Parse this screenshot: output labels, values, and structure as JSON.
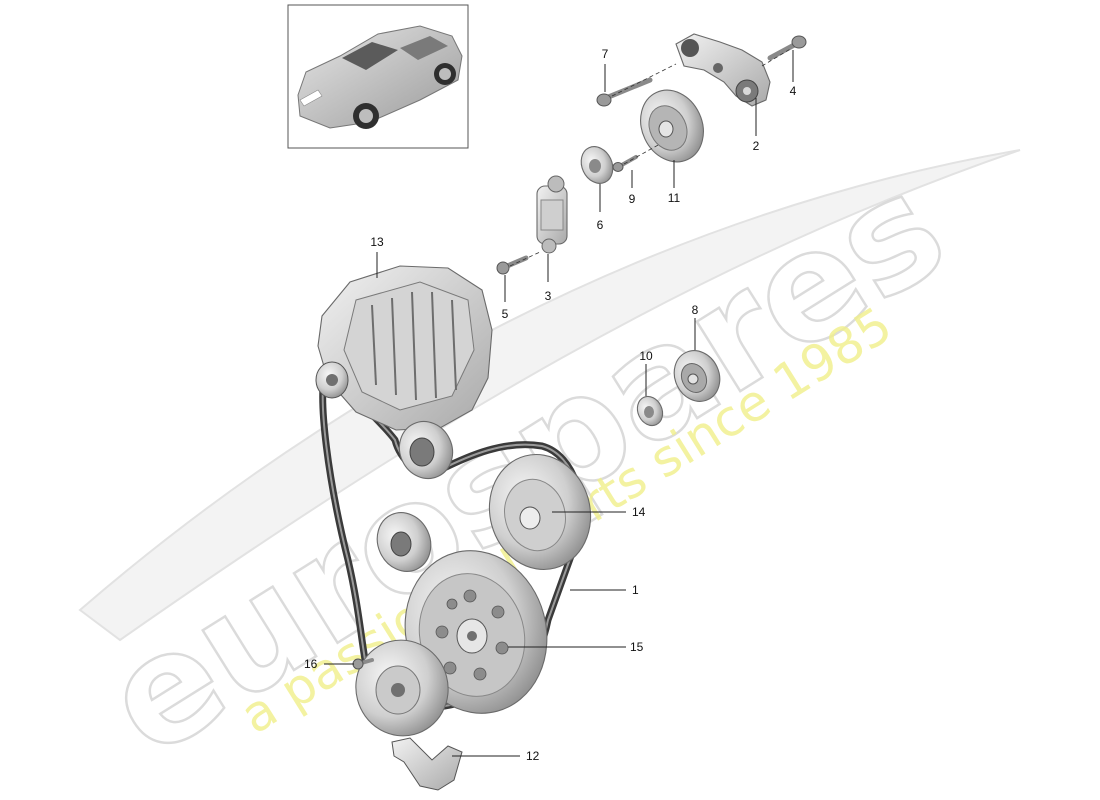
{
  "watermark": {
    "brand": "eurospares",
    "tagline": "a passion for parts since 1985"
  },
  "thumbnail": {
    "icon": "porsche-car-thumbnail"
  },
  "parts": [
    {
      "number": "1",
      "icon": "poly-v-belt-icon"
    },
    {
      "number": "2",
      "icon": "tensioner-bracket-icon"
    },
    {
      "number": "3",
      "icon": "tensioner-damper-icon"
    },
    {
      "number": "4",
      "icon": "bolt-icon"
    },
    {
      "number": "5",
      "icon": "bolt-icon"
    },
    {
      "number": "6",
      "icon": "pulley-cap-icon"
    },
    {
      "number": "7",
      "icon": "bolt-icon"
    },
    {
      "number": "8",
      "icon": "idler-pulley-icon"
    },
    {
      "number": "9",
      "icon": "bolt-icon"
    },
    {
      "number": "10",
      "icon": "pulley-cap-icon"
    },
    {
      "number": "11",
      "icon": "tension-pulley-icon"
    },
    {
      "number": "12",
      "icon": "bracket-icon"
    },
    {
      "number": "13",
      "icon": "alternator-icon"
    },
    {
      "number": "14",
      "icon": "pulley-icon"
    },
    {
      "number": "15",
      "icon": "vibration-damper-icon"
    },
    {
      "number": "16",
      "icon": "bolt-icon"
    }
  ],
  "colors": {
    "part_light": "#e8e8e8",
    "part_mid": "#b8b8b8",
    "part_dark": "#4a4a4a",
    "watermark_outline": "#d0d0d0",
    "watermark_tagline": "#f1f08a"
  }
}
